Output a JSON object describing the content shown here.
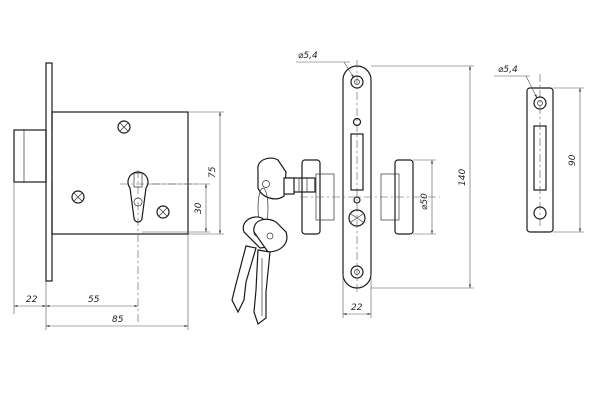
{
  "drawing": {
    "lock_body": {
      "dim_backset": "22",
      "dim_center": "55",
      "dim_width": "85",
      "dim_height": "75",
      "dim_cylinder": "30"
    },
    "faceplate": {
      "hole_dia": "⌀5,4",
      "dim_height": "140",
      "dim_width": "22",
      "dim_rosette": "⌀50"
    },
    "strike_plate": {
      "hole_dia": "⌀5,4",
      "dim_height": "90"
    }
  }
}
